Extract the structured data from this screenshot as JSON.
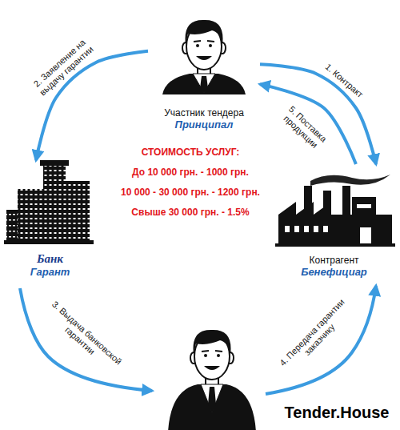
{
  "diagram": {
    "nodes": [
      {
        "text": [
          "Участник тендера",
          "Принципал"
        ]
      },
      {
        "text": [
          "Банк",
          "Гарант"
        ]
      },
      {
        "text": [
          "Контрагент",
          "Бенефициар"
        ]
      }
    ],
    "edges": [
      {
        "from": 0,
        "to": 2,
        "arrow": "to",
        "label": "1. Контракт"
      },
      {
        "from": 0,
        "to": 1,
        "arrow": "to",
        "label": "2. Заявление на выдачу гарантии"
      },
      {
        "from": 2,
        "to": 0,
        "arrow": "to",
        "label": "5. Поставка продукции"
      }
    ],
    "labels": [
      "СТОИМОСТЬ УСЛУГ:",
      "До 10 000 грн. - 1000 грн.",
      "10 000 - 30 000 грн. - 1200 грн.",
      "Свыше 30 000 грн. - 1.5%",
      "3. Выдача банковской гарантии",
      "4. Передача гарантии заказчику",
      "Tender.House"
    ]
  }
}
